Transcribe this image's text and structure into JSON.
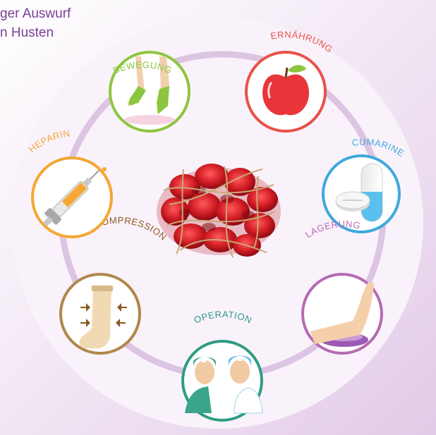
{
  "header": {
    "line1": "ger Auswurf",
    "line2": "n Husten"
  },
  "colors": {
    "text_purple": "#7a3f95",
    "ring": "#dcc4e3",
    "bewegung": "#8cc63f",
    "ernaehrung": "#e8514a",
    "cumarine": "#3fa9dc",
    "lagerung": "#b56bb3",
    "operation": "#2e9c82",
    "kompression": "#b0874a",
    "heparin": "#f5a634"
  },
  "center": {
    "icon": "blood-clot-icon"
  },
  "items": {
    "bewegung": {
      "label": "BEWEGUNG",
      "icon": "walking-feet-icon"
    },
    "ernaehrung": {
      "label": "ERNÄHRUNG",
      "icon": "apple-icon"
    },
    "cumarine": {
      "label": "CUMARINE",
      "icon": "pill-capsule-icon"
    },
    "lagerung": {
      "label": "LAGERUNG",
      "icon": "raised-leg-icon"
    },
    "operation": {
      "label": "OPERATION",
      "icon": "surgeons-icon"
    },
    "kompression": {
      "label": "KOMPRESSION",
      "icon": "compression-stocking-icon"
    },
    "heparin": {
      "label": "HEPARIN",
      "icon": "syringe-icon"
    }
  }
}
